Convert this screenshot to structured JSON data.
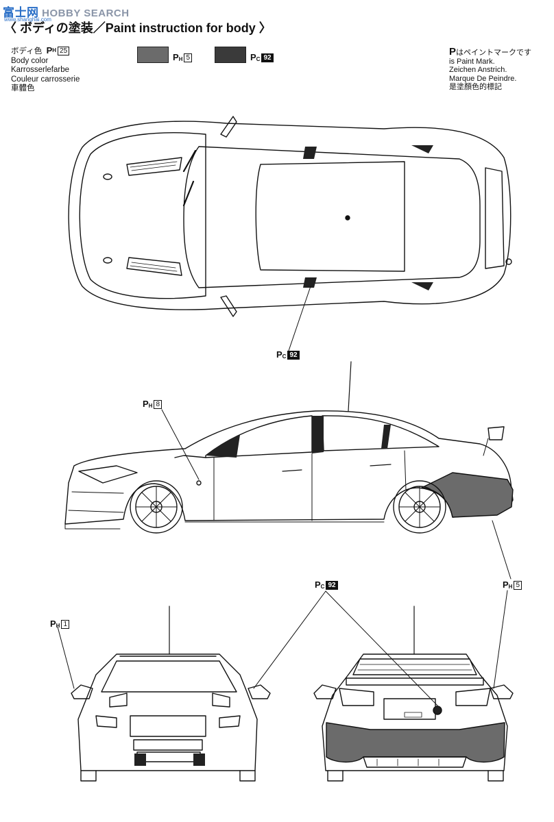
{
  "watermark": {
    "cn": "富士网",
    "text": "HOBBY SEARCH",
    "url": "www.shanghai.com"
  },
  "title": "〈 ボディの塗装／Paint instruction for body 〉",
  "body_color": {
    "label_jp": "ボディ色",
    "code": {
      "prefix": "P",
      "sub": "H",
      "num": "25"
    },
    "lines": [
      "Body color",
      "Karrosserlefarbe",
      "Couleur carrosserie",
      "車體色"
    ]
  },
  "swatches": [
    {
      "prefix": "P",
      "sub": "H",
      "num": "5",
      "color": "#6b6b6b",
      "filled": false
    },
    {
      "prefix": "P",
      "sub": "C",
      "num": "92",
      "color": "#3a3a3a",
      "filled": true
    }
  ],
  "legend": {
    "symbol": "P",
    "jp": "はペイントマークです",
    "lines": [
      "is Paint Mark.",
      "Zeichen Anstrich.",
      "Marque De Peindre.",
      "是塗顏色的標記"
    ]
  },
  "callouts": {
    "top_pc92": {
      "prefix": "P",
      "sub": "C",
      "num": "92",
      "filled": true
    },
    "side_ph8": {
      "prefix": "P",
      "sub": "H",
      "num": "8",
      "filled": false
    },
    "front_ph1": {
      "prefix": "P",
      "sub": "H",
      "num": "1",
      "filled": false
    },
    "bottom_pc92": {
      "prefix": "P",
      "sub": "C",
      "num": "92",
      "filled": true
    },
    "rear_ph5": {
      "prefix": "P",
      "sub": "H",
      "num": "5",
      "filled": false
    }
  },
  "colors": {
    "line": "#111111",
    "ph5_fill": "#6b6b6b",
    "pc92_fill": "#222222"
  }
}
